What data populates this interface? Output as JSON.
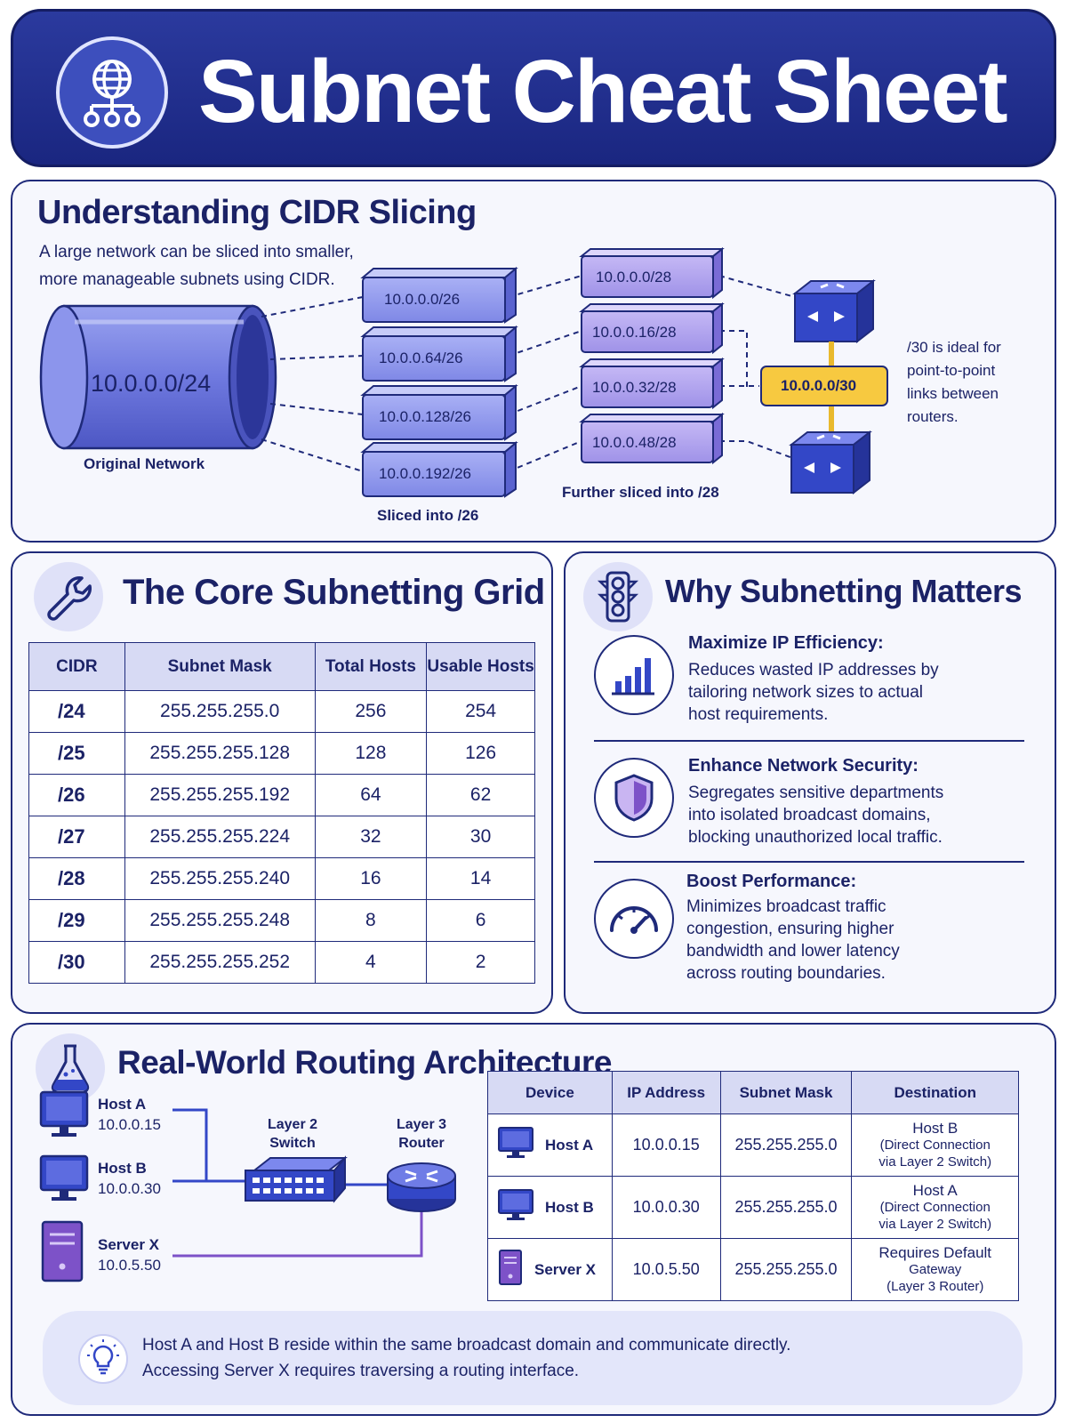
{
  "header": {
    "title": "Subnet Cheat Sheet",
    "logo_icon": "globe-network-icon"
  },
  "cidr_section": {
    "title": "Understanding CIDR Slicing",
    "intro_line1": "A large network can be sliced into smaller,",
    "intro_line2": "more manageable subnets using CIDR.",
    "original_network": {
      "cidr": "10.0.0.0/24",
      "label": "Original Network"
    },
    "slices_26": [
      "10.0.0.0/26",
      "10.0.0.64/26",
      "10.0.0.128/26",
      "10.0.0.192/26"
    ],
    "slices_26_label": "Sliced into /26",
    "slices_28": [
      "10.0.0.0/28",
      "10.0.0.16/28",
      "10.0.0.32/28",
      "10.0.0.48/28"
    ],
    "slices_28_label": "Further sliced into /28",
    "link_cidr": "10.0.0.0/30",
    "link_note": [
      "/30 is ideal for",
      "point-to-point",
      "links between",
      "routers."
    ]
  },
  "grid_section": {
    "title": "The Core Subnetting Grid",
    "icon": "wrench-icon",
    "headers": [
      "CIDR",
      "Subnet Mask",
      "Total Hosts",
      "Usable Hosts"
    ],
    "rows": [
      [
        "/24",
        "255.255.255.0",
        "256",
        "254"
      ],
      [
        "/25",
        "255.255.255.128",
        "128",
        "126"
      ],
      [
        "/26",
        "255.255.255.192",
        "64",
        "62"
      ],
      [
        "/27",
        "255.255.255.224",
        "32",
        "30"
      ],
      [
        "/28",
        "255.255.255.240",
        "16",
        "14"
      ],
      [
        "/29",
        "255.255.255.248",
        "8",
        "6"
      ],
      [
        "/30",
        "255.255.255.252",
        "4",
        "2"
      ]
    ]
  },
  "why_section": {
    "title": "Why Subnetting Matters",
    "icon": "traffic-light-icon",
    "items": [
      {
        "title": "Maximize IP Efficiency:",
        "lines": [
          "Reduces wasted IP addresses by",
          "tailoring network sizes to actual",
          "host requirements."
        ],
        "icon": "bar-chart-icon"
      },
      {
        "title": "Enhance Network Security:",
        "lines": [
          "Segregates sensitive departments",
          "into isolated broadcast domains,",
          "blocking unauthorized local traffic."
        ],
        "icon": "shield-icon"
      },
      {
        "title": "Boost Performance:",
        "lines": [
          "Minimizes broadcast traffic",
          "congestion, ensuring higher",
          "bandwidth and lower latency",
          "across routing boundaries."
        ],
        "icon": "speedometer-icon"
      }
    ]
  },
  "routing_section": {
    "title": "Real-World Routing Architecture",
    "icon": "flask-icon",
    "hosts": [
      {
        "name": "Host A",
        "ip": "10.0.0.15"
      },
      {
        "name": "Host B",
        "ip": "10.0.0.30"
      },
      {
        "name": "Server X",
        "ip": "10.0.5.50"
      }
    ],
    "switch_label": [
      "Layer 2",
      "Switch"
    ],
    "router_label": [
      "Layer 3",
      "Router"
    ],
    "table_headers": [
      "Device",
      "IP Address",
      "Subnet Mask",
      "Destination"
    ],
    "table_rows": [
      {
        "device": "Host A",
        "ip": "10.0.0.15",
        "mask": "255.255.255.0",
        "dest": [
          "Host B",
          "(Direct Connection",
          "via Layer 2 Switch)"
        ]
      },
      {
        "device": "Host B",
        "ip": "10.0.0.30",
        "mask": "255.255.255.0",
        "dest": [
          "Host A",
          "(Direct Connection",
          "via Layer 2 Switch)"
        ]
      },
      {
        "device": "Server X",
        "ip": "10.0.5.50",
        "mask": "255.255.255.0",
        "dest": [
          "Requires Default",
          "Gateway",
          "(Layer 3 Router)"
        ]
      }
    ],
    "note_line1": "Host A and Host B reside within the same broadcast domain and communicate directly.",
    "note_line2": "Accessing Server X requires traversing a routing interface.",
    "note_icon": "lightbulb-icon"
  },
  "colors": {
    "navy": "#1b2266",
    "header_blue": "#233396",
    "tile_blue": "#7b84e8",
    "tile_light": "#c7cbf7",
    "router_blue": "#3347c7",
    "link_yellow": "#f7c940",
    "server_purple": "#7d52c8"
  }
}
